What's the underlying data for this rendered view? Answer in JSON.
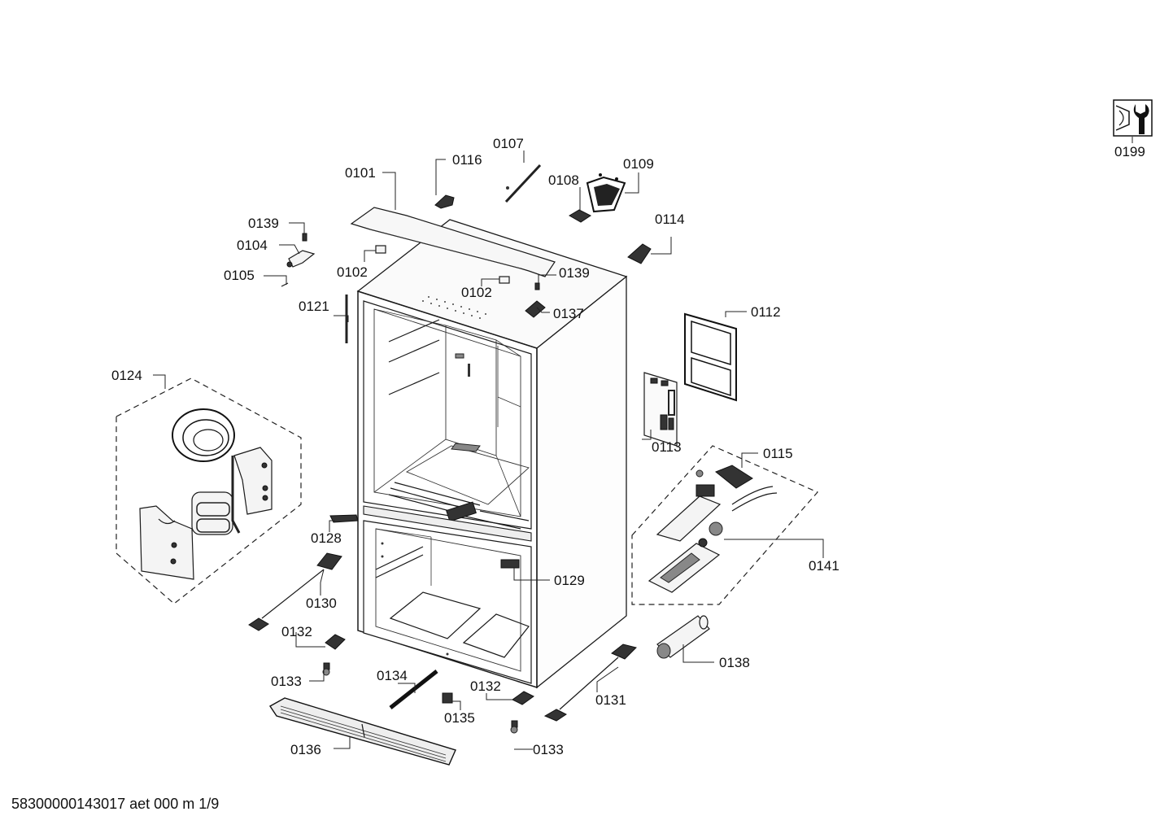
{
  "service_icon": {
    "icon": "tool-wrench-icon",
    "label": "0199"
  },
  "footer": "58300000143017 aet 000 m 1/9",
  "labels": {
    "p0101": "0101",
    "p0102a": "0102",
    "p0102b": "0102",
    "p0104": "0104",
    "p0105": "0105",
    "p0107": "0107",
    "p0108": "0108",
    "p0109": "0109",
    "p0112": "0112",
    "p0113": "0113",
    "p0114": "0114",
    "p0115": "0115",
    "p0116": "0116",
    "p0121": "0121",
    "p0124": "0124",
    "p0128": "0128",
    "p0129": "0129",
    "p0130": "0130",
    "p0131": "0131",
    "p0132a": "0132",
    "p0132b": "0132",
    "p0133a": "0133",
    "p0133b": "0133",
    "p0134": "0134",
    "p0135": "0135",
    "p0136": "0136",
    "p0137": "0137",
    "p0138": "0138",
    "p0139a": "0139",
    "p0139b": "0139",
    "p0141": "0141"
  }
}
